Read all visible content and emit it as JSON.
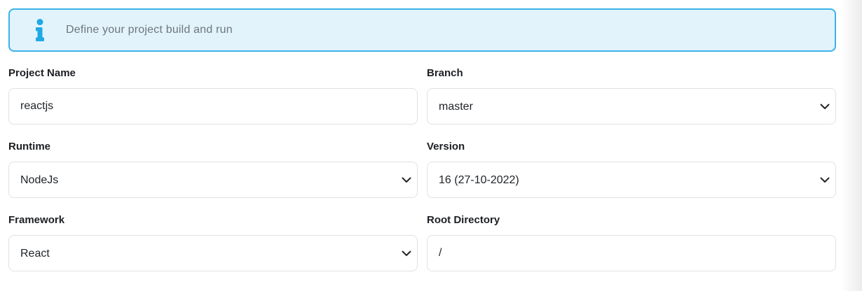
{
  "banner": {
    "message": "Define your project build and run",
    "background_color": "#e2f3fb",
    "border_color": "#3ab4e9",
    "icon_color": "#1fa9e4",
    "text_color": "#6e757c",
    "icon": "info-icon"
  },
  "form": {
    "fields": [
      {
        "label": "Project Name",
        "type": "text",
        "value": "reactjs"
      },
      {
        "label": "Branch",
        "type": "select",
        "value": "master"
      },
      {
        "label": "Runtime",
        "type": "select",
        "value": "NodeJs"
      },
      {
        "label": "Version",
        "type": "select",
        "value": "16 (27-10-2022)"
      },
      {
        "label": "Framework",
        "type": "select",
        "value": "React"
      },
      {
        "label": "Root Directory",
        "type": "text",
        "value": "/"
      }
    ]
  }
}
